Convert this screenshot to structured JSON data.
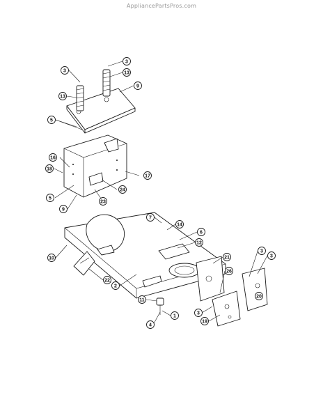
{
  "watermark": "AppliancePartsPros.com",
  "callouts": [
    "3",
    "13",
    "3",
    "13",
    "9",
    "5",
    "16",
    "18",
    "17",
    "24",
    "5",
    "9",
    "23",
    "7",
    "14",
    "6",
    "12",
    "10",
    "22",
    "2",
    "21",
    "26",
    "3",
    "3",
    "20",
    "11",
    "4",
    "1",
    "3",
    "19"
  ]
}
